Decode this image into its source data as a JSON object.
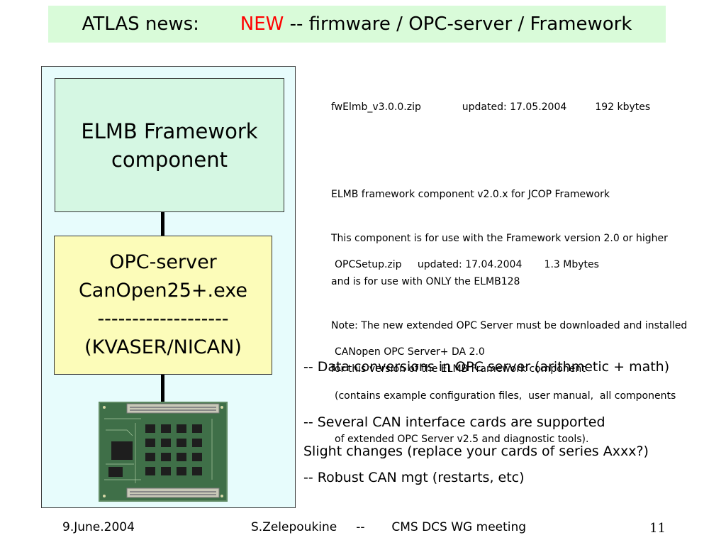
{
  "title": {
    "prefix": "ATLAS news:       ",
    "highlight": "NEW",
    "rest": " -- firmware / OPC-server / Framework",
    "highlight_color": "#ff0000",
    "background": "#d9fbd9"
  },
  "diagram": {
    "elmb": {
      "line1": "ELMB Framework",
      "line2": "component",
      "background": "#d5f7e3"
    },
    "opc": {
      "line1": "OPC-server",
      "line2": "CanOpen25+.exe",
      "line3": "-------------------",
      "line4": "(KVASER/NICAN)",
      "background": "#fcfcb9"
    },
    "panel_background": "#e7fcfc",
    "card_icon": "can-interface-card-image"
  },
  "download1": {
    "file": "fwElmb_v3.0.0.zip",
    "updated": "updated: 17.05.2004",
    "size": "192 kbytes",
    "lines": [
      "ELMB framework component v2.0.x for JCOP Framework",
      "This component is for use with the Framework version 2.0 or higher",
      "and is for use with ONLY the ELMB128",
      "Note: The new extended OPC Server must be downloaded and installed",
      "for this version of the ELMB Framework component"
    ]
  },
  "download2": {
    "file": "OPCSetup.zip",
    "updated": "updated: 17.04.2004",
    "size": "1.3 Mbytes",
    "lines": [
      "CANopen OPC Server+ DA 2.0",
      "(contains example configuration files,  user manual,  all components",
      "of extended OPC Server v2.5 and diagnostic tools)."
    ]
  },
  "bullets": [
    "-- Data conversions in OPC server (arithmetic + math)",
    "-- Several CAN interface cards are supported",
    "-- Robust CAN mgt (restarts, etc)"
  ],
  "note": "Slight changes (replace your cards of series Axxx?)",
  "footer": {
    "date": "9.June.2004",
    "author_meeting": "S.Zelepoukine     --       CMS DCS WG meeting",
    "page": "11"
  }
}
